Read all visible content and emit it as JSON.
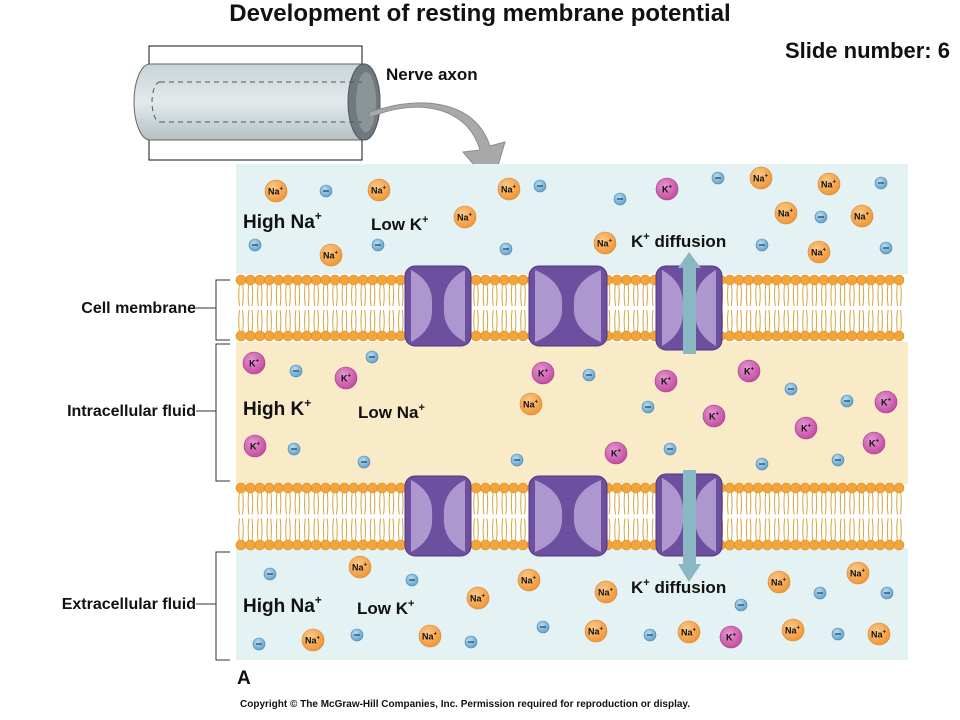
{
  "title": "Development of resting membrane potential",
  "slide_number": "Slide number: 6",
  "figure_letter": "A",
  "copyright": "Copyright © The McGraw-Hill Companies, Inc. Permission required for reproduction or display.",
  "labels": {
    "nerve_axon": "Nerve axon",
    "cell_membrane": "Cell membrane",
    "intracellular_fluid": "Intracellular fluid",
    "extracellular_fluid": "Extracellular fluid"
  },
  "regions": {
    "top": {
      "high": "High Na",
      "high_sup": "+",
      "low": "Low K",
      "low_sup": "+",
      "diffusion": "K",
      "diffusion_sup": "+",
      "diffusion_text": " diffusion"
    },
    "mid": {
      "high": "High K",
      "high_sup": "+",
      "low": "Low Na",
      "low_sup": "+"
    },
    "bottom": {
      "high": "High Na",
      "high_sup": "+",
      "low": "Low K",
      "low_sup": "+",
      "diffusion": "K",
      "diffusion_sup": "+",
      "diffusion_text": " diffusion"
    }
  },
  "ion_labels": {
    "na": "Na",
    "k": "K",
    "plus": "+"
  },
  "colors": {
    "extracellular": "#e4f2f3",
    "intracellular": "#f9ebc8",
    "sodium": "#f5a64b",
    "potassium": "#cd5fb0",
    "anion": "#6fb0d8",
    "lipid_head": "#f2a53a",
    "channel": "#7b5fa8",
    "arrow": "#8ab8c2"
  },
  "ions_top": [
    [
      "na",
      276,
      191
    ],
    [
      "cl",
      326,
      191
    ],
    [
      "na",
      379,
      190
    ],
    [
      "na",
      465,
      217
    ],
    [
      "na",
      509,
      189
    ],
    [
      "cl",
      540,
      186
    ],
    [
      "cl",
      620,
      199
    ],
    [
      "k",
      667,
      189
    ],
    [
      "cl",
      718,
      178
    ],
    [
      "na",
      761,
      178
    ],
    [
      "na",
      829,
      184
    ],
    [
      "cl",
      881,
      183
    ],
    [
      "na",
      786,
      213
    ],
    [
      "cl",
      821,
      217
    ],
    [
      "na",
      862,
      216
    ],
    [
      "cl",
      255,
      245
    ],
    [
      "na",
      331,
      255
    ],
    [
      "cl",
      378,
      245
    ],
    [
      "cl",
      506,
      249
    ],
    [
      "na",
      605,
      243
    ],
    [
      "cl",
      762,
      245
    ],
    [
      "na",
      819,
      252
    ],
    [
      "cl",
      886,
      248
    ]
  ],
  "ions_mid": [
    [
      "k",
      254,
      363
    ],
    [
      "cl",
      296,
      371
    ],
    [
      "k",
      346,
      378
    ],
    [
      "cl",
      372,
      357
    ],
    [
      "k",
      543,
      373
    ],
    [
      "cl",
      589,
      375
    ],
    [
      "k",
      666,
      381
    ],
    [
      "k",
      749,
      371
    ],
    [
      "cl",
      791,
      389
    ],
    [
      "na",
      531,
      404
    ],
    [
      "cl",
      648,
      407
    ],
    [
      "k",
      714,
      416
    ],
    [
      "k",
      806,
      428
    ],
    [
      "cl",
      847,
      401
    ],
    [
      "k",
      886,
      402
    ],
    [
      "k",
      255,
      446
    ],
    [
      "cl",
      294,
      449
    ],
    [
      "cl",
      364,
      462
    ],
    [
      "cl",
      517,
      460
    ],
    [
      "k",
      616,
      453
    ],
    [
      "cl",
      670,
      449
    ],
    [
      "cl",
      762,
      464
    ],
    [
      "cl",
      838,
      460
    ],
    [
      "k",
      874,
      443
    ]
  ],
  "ions_bottom": [
    [
      "cl",
      270,
      574
    ],
    [
      "na",
      360,
      567
    ],
    [
      "cl",
      412,
      580
    ],
    [
      "na",
      529,
      580
    ],
    [
      "na",
      478,
      598
    ],
    [
      "na",
      606,
      592
    ],
    [
      "na",
      779,
      582
    ],
    [
      "na",
      858,
      573
    ],
    [
      "cl",
      820,
      593
    ],
    [
      "cl",
      887,
      593
    ],
    [
      "cl",
      741,
      605
    ],
    [
      "cl",
      259,
      644
    ],
    [
      "na",
      313,
      640
    ],
    [
      "cl",
      357,
      635
    ],
    [
      "na",
      430,
      636
    ],
    [
      "cl",
      471,
      642
    ],
    [
      "cl",
      543,
      627
    ],
    [
      "na",
      596,
      631
    ],
    [
      "cl",
      650,
      635
    ],
    [
      "na",
      689,
      632
    ],
    [
      "k",
      731,
      637
    ],
    [
      "na",
      793,
      630
    ],
    [
      "cl",
      838,
      634
    ],
    [
      "na",
      879,
      634
    ]
  ]
}
